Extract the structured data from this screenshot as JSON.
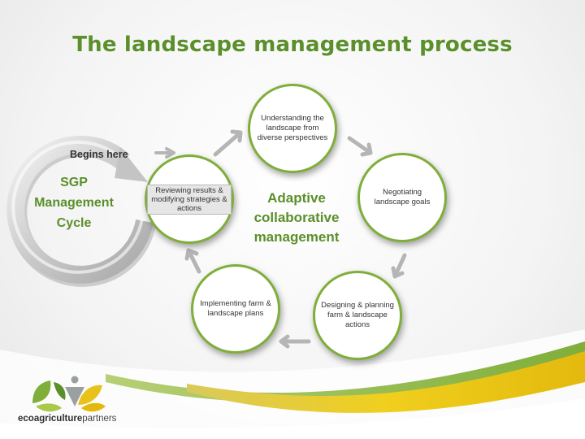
{
  "title": "The landscape management process",
  "cycle": {
    "center": "Adaptive collaborative management",
    "nodes": {
      "understanding": "Understanding the landscape from diverse perspectives",
      "negotiating": "Negotiating landscape goals",
      "designing": "Designing & planning farm & landscape actions",
      "implementing": "Implementing farm & landscape plans",
      "reviewing": "Reviewing results & modifying strategies & actions"
    }
  },
  "sgp": {
    "label": "SGP Management Cycle",
    "begins": "Begins here"
  },
  "logo": {
    "bold": "ecoagriculture",
    "light": "partners"
  },
  "colors": {
    "accent_green": "#5a8f2a",
    "circle_border": "#7fae3a",
    "arrow_gray": "#b5b5b5",
    "wave_yellow": "#e8c21a"
  }
}
